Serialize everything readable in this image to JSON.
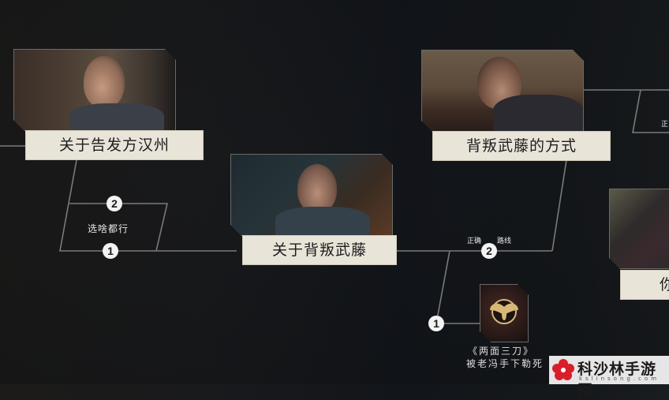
{
  "nodes": {
    "report_hanzhou": {
      "label": "关于告发方汉州"
    },
    "betray_muto": {
      "label": "关于背叛武藤"
    },
    "betray_method": {
      "label": "背叛武藤的方式"
    },
    "right_partial": {
      "label": "你"
    }
  },
  "choices": {
    "left_branch": {
      "text": "选啥都行",
      "top_badge": "2",
      "bottom_badge": "1"
    },
    "middle_branch": {
      "text_left": "正确",
      "text_right": "路线",
      "badge": "2"
    },
    "ending_branch": {
      "badge": "1"
    },
    "right_branch": {
      "text": "正"
    }
  },
  "ending": {
    "title": "《两面三刀》",
    "description": "被老冯手下勒死",
    "icon": "moth-emblem-icon"
  },
  "watermark": {
    "title": "科沙林手游网",
    "subtitle": "kslinsong.com",
    "logo": "flower-logo-icon"
  },
  "colors": {
    "background": "#16181b",
    "line": "#7a7a78",
    "label_bg": "#e8e4d8",
    "label_text": "#1d1d1d",
    "emblem_gold": "#d8b878"
  }
}
